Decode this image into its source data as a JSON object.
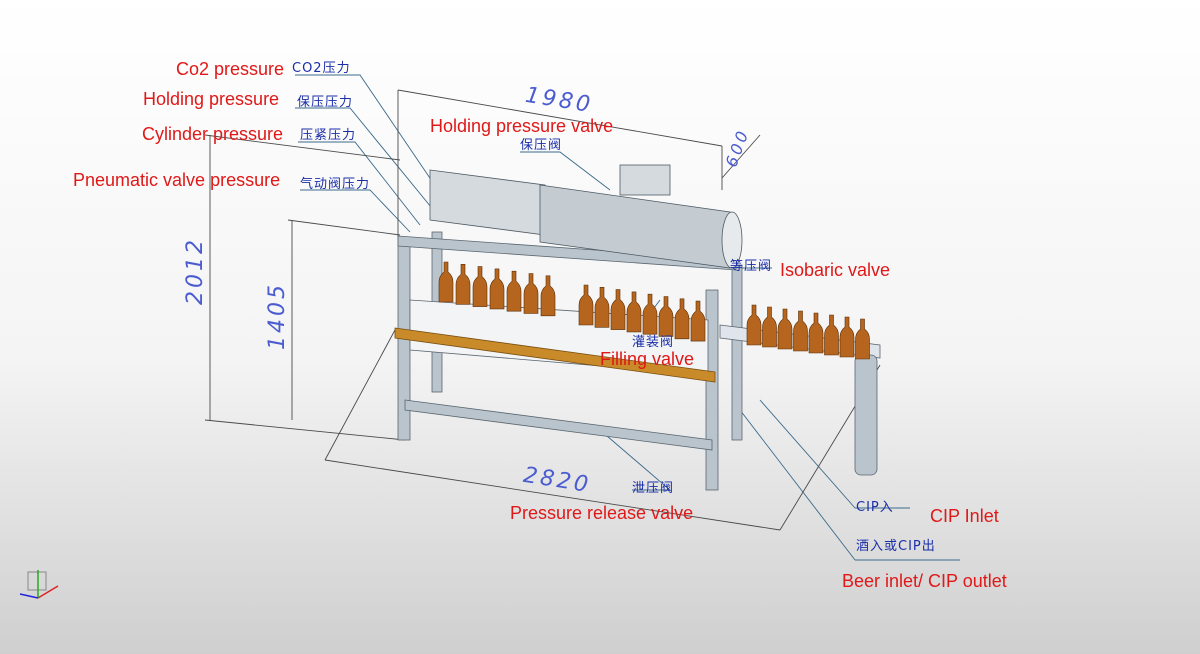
{
  "labels_en": {
    "co2_pressure": "Co2 pressure",
    "holding_pressure": "Holding pressure",
    "cylinder_pressure": "Cylinder pressure",
    "pneumatic_valve_pressure": "Pneumatic valve pressure",
    "holding_pressure_valve": "Holding pressure valve",
    "isobaric_valve": "Isobaric valve",
    "filling_valve": "Filling valve",
    "pressure_release_valve": "Pressure release valve",
    "cip_inlet": "CIP Inlet",
    "beer_inlet_cip_outlet": "Beer inlet/ CIP outlet"
  },
  "labels_cn": {
    "co2_pressure": "CO2压力",
    "holding_pressure": "保压压力",
    "cylinder_pressure": "压紧压力",
    "pneumatic_valve_pressure": "气动阀压力",
    "holding_pressure_valve": "保压阀",
    "isobaric_valve": "等压阀",
    "filling_valve": "灌装阀",
    "pressure_release_valve": "泄压阀",
    "cip_inlet": "CIP入",
    "beer_inlet_cip_outlet": "酒入或CIP出"
  },
  "dimensions": {
    "length_top": "1980",
    "depth": "600",
    "height_total": "2012",
    "height_table": "1405",
    "length_total": "2820"
  },
  "colors": {
    "label_red": "#e01818",
    "label_blue": "#1a2ea8",
    "dimension_blue": "#4a5ccf",
    "bottle_amber": "#b5651d",
    "frame_steel": "#b9c4cc",
    "rail_orange": "#c98a2a"
  },
  "icons": {
    "axis_triad": "xyz-axis-triad-icon"
  }
}
